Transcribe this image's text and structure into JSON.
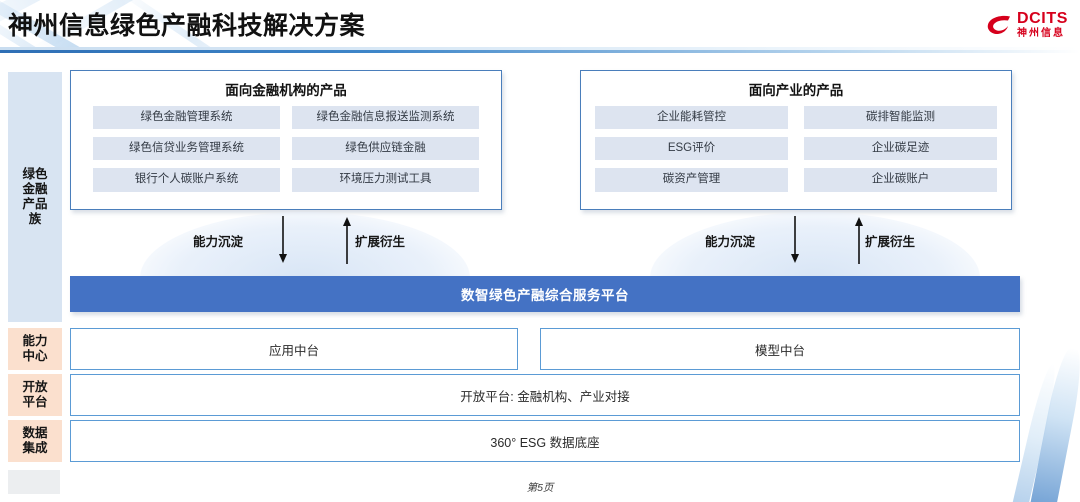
{
  "header": {
    "title": "神州信息绿色产融科技解决方案",
    "logo": {
      "name": "dcits-logo",
      "main": "DCITS",
      "sub": "神州信息",
      "color": "#d6001c"
    },
    "rule_color": "#2f6fb5"
  },
  "sidebar": {
    "items": [
      {
        "id": "green-finance-family",
        "label": "绿色\n金融\n产品\n族",
        "line1": "绿色",
        "line2": "金融",
        "line3": "产品",
        "line4": "族",
        "bg": "#d8e4f2"
      },
      {
        "id": "capability-center",
        "line1": "能力",
        "line2": "中心",
        "bg": "#fbe0ce"
      },
      {
        "id": "open-platform",
        "line1": "开放",
        "line2": "平台",
        "bg": "#fbe0ce"
      },
      {
        "id": "data-integration",
        "line1": "数据",
        "line2": "集成",
        "bg": "#fbe0ce"
      }
    ]
  },
  "panels": [
    {
      "id": "financial-institution-products",
      "title": "面向金融机构的产品",
      "items": [
        "绿色金融管理系统",
        "绿色金融信息报送监测系统",
        "绿色信贷业务管理系统",
        "绿色供应链金融",
        "银行个人碳账户系统",
        "环境压力测试工具"
      ]
    },
    {
      "id": "industry-products",
      "title": "面向产业的产品",
      "items": [
        "企业能耗管控",
        "碳排智能监测",
        "ESG评价",
        "企业碳足迹",
        "碳资产管理",
        "企业碳账户"
      ]
    }
  ],
  "flows": {
    "left": {
      "sink_label": "能力沉淀",
      "grow_label": "扩展衍生"
    },
    "right": {
      "sink_label": "能力沉淀",
      "grow_label": "扩展衍生"
    }
  },
  "platform": {
    "label": "数智绿色产融综合服务平台",
    "color": "#4472c4"
  },
  "layers": {
    "capability": [
      {
        "id": "application-middle-platform",
        "label": "应用中台"
      },
      {
        "id": "model-middle-platform",
        "label": "模型中台"
      }
    ],
    "open": {
      "id": "open-platform-box",
      "label": "开放平台: 金融机构、产业对接"
    },
    "data": {
      "id": "data-foundation-box",
      "label": "360° ESG 数据底座"
    }
  },
  "footer": {
    "page_label": "第5页"
  }
}
